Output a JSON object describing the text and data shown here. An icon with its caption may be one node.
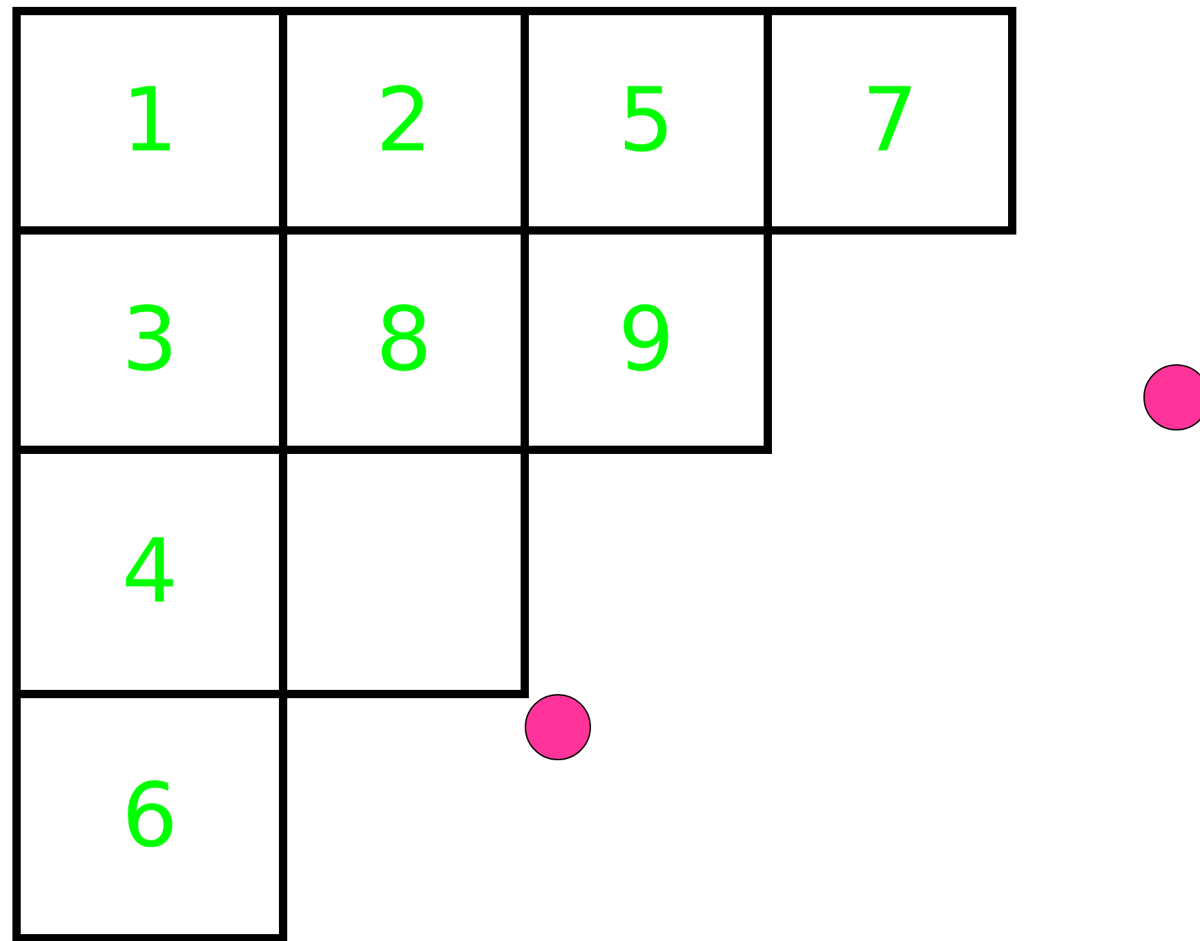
{
  "diagram": {
    "nodes": [
      {
        "text": [
          "1"
        ]
      },
      {
        "text": [
          "2"
        ]
      },
      {
        "text": [
          "5"
        ]
      },
      {
        "text": [
          "7"
        ]
      },
      {
        "text": [
          "3"
        ]
      },
      {
        "text": [
          "8"
        ]
      },
      {
        "text": [
          "9"
        ]
      },
      {
        "text": [],
        "shape": "circle"
      },
      {
        "text": [
          "4"
        ]
      },
      {
        "text": [],
        "shape": "box"
      },
      {
        "text": [],
        "shape": "circle"
      },
      {
        "text": [
          "6"
        ]
      }
    ]
  }
}
